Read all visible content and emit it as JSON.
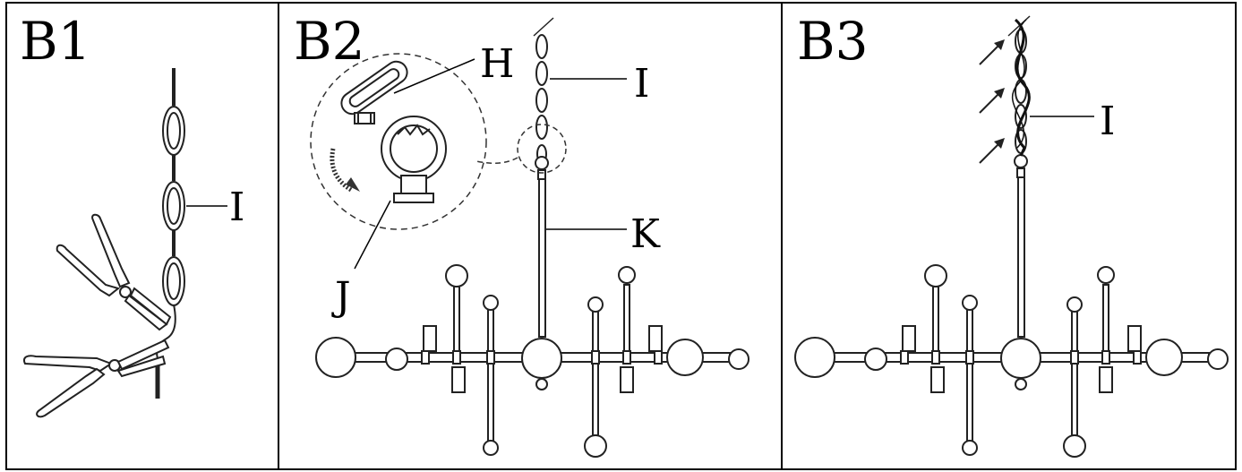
{
  "panels": [
    {
      "title": "B1",
      "labels": {
        "chain": "I"
      }
    },
    {
      "title": "B2",
      "labels": {
        "hook": "H",
        "chain": "I",
        "canopy_loop": "J",
        "rod": "K"
      }
    },
    {
      "title": "B3",
      "labels": {
        "chain": "I"
      }
    }
  ]
}
